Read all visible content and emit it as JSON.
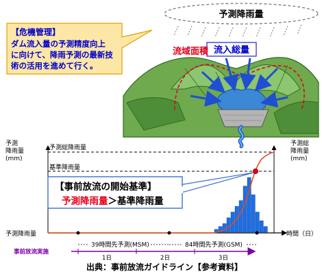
{
  "colors": {
    "box_fill": "#fde7a6",
    "box_border": "#e0a000",
    "red": "#e6001a",
    "blue": "#0000cc",
    "mountain_light": "#7fb95a",
    "mountain_dark": "#3d7a2a",
    "water": "#3a88d6",
    "dam": "#b4b4b4",
    "bar": "#1f6fe0",
    "curve": "#e34b1f",
    "purple": "#7a00a8"
  },
  "top": {
    "cloud_label": "予測降雨量",
    "box_heading": "【危機管理】",
    "box_lines": [
      "ダム流入量の予測精度向上",
      "に向けて、降雨予測の最新技",
      "術の活用を進めて行く。"
    ],
    "basin_area_label": "流域面積",
    "total_inflow_label": "流入総量"
  },
  "chart": {
    "y_left_label": [
      "予測",
      "降雨量",
      "(mm)"
    ],
    "y_right_label": [
      "予測総",
      "降雨量",
      "(mm)"
    ],
    "total_line_label": "予測総降雨量",
    "base_line_label": "基準降雨量",
    "bottom_left_label": "予測降雨量",
    "x_axis_label": "時間（日）",
    "callout_title": "【事前放流の開始基準】",
    "callout_red": "予測降雨量",
    "callout_rest": "＞基準降雨量",
    "msm_label": "39時間先予測(MSM)",
    "gsm_label": "84時間先予測(GSM)",
    "release_label": "事前放流実施",
    "day_labels": [
      "1日",
      "2日",
      "3日"
    ]
  },
  "chart_data": {
    "type": "bar",
    "note_series": "予測降雨量",
    "values": [
      1,
      2,
      3,
      5,
      7,
      9,
      11,
      16,
      19,
      13,
      7,
      4,
      2
    ]
  },
  "source": "出典：事前放流ガイドライン【参考資料】"
}
